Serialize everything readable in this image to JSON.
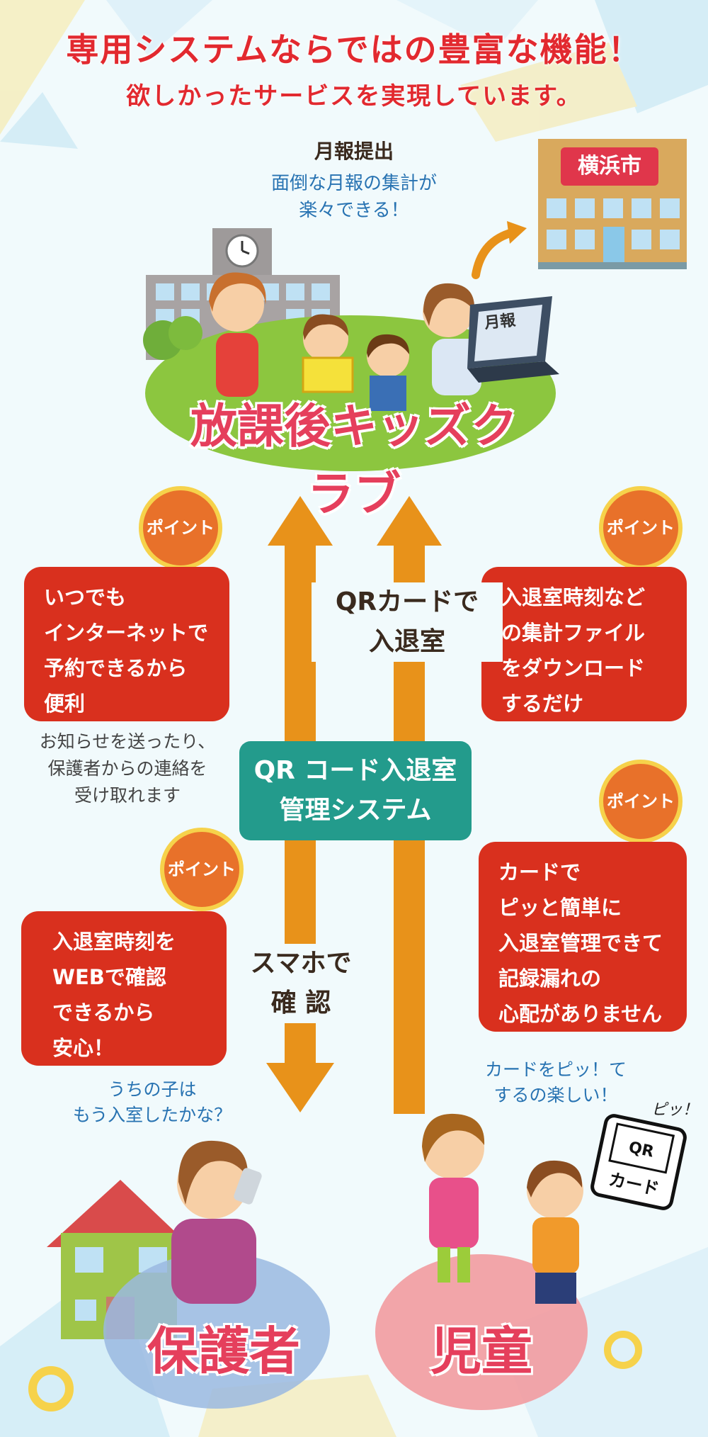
{
  "header": {
    "title": "専用システムならではの豊富な機能！",
    "subtitle": "欲しかったサービスを実現しています。"
  },
  "monthly": {
    "title": "月報提出",
    "line1": "面倒な月報の集計が",
    "line2": "楽々できる！"
  },
  "city": {
    "sign": "横浜市"
  },
  "laptop": {
    "doc": "月報"
  },
  "club": {
    "label": "放課後キッズクラブ"
  },
  "point_label": "ポイント",
  "left_top": {
    "lines": [
      "いつでも",
      "インターネットで",
      "予約できるから",
      "便利"
    ],
    "note": [
      "お知らせを送ったり、",
      "保護者からの連絡を",
      "受け取れます"
    ]
  },
  "right_top": {
    "lines": [
      "入退室時刻など",
      "の集計ファイル",
      "をダウンロード",
      "するだけ"
    ]
  },
  "qr_label": {
    "line1": "QRカードで",
    "line2": "入退室"
  },
  "system": {
    "line1": "QR コード入退室",
    "line2": "管理システム"
  },
  "left_bottom": {
    "lines": [
      "入退室時刻を",
      "WEBで確認",
      "できるから",
      "安心！"
    ],
    "note": [
      "うちの子は",
      "もう入室したかな？"
    ]
  },
  "right_bottom": {
    "lines": [
      "カードで",
      "ピッと簡単に",
      "入退室管理できて",
      "記録漏れの",
      "心配がありません"
    ],
    "note": [
      "カードをピッ！て",
      "するの楽しい！"
    ]
  },
  "phone_label": {
    "line1": "スマホで",
    "line2": "確 認"
  },
  "pip": "ピッ！",
  "card": {
    "qr": "QR",
    "label": "カード"
  },
  "roles": {
    "parent": "保護者",
    "child": "児童"
  },
  "colors": {
    "accent": "#e2292f",
    "teal": "#239b8c",
    "arrow": "#e8921a",
    "note_blue": "#2873b2"
  }
}
